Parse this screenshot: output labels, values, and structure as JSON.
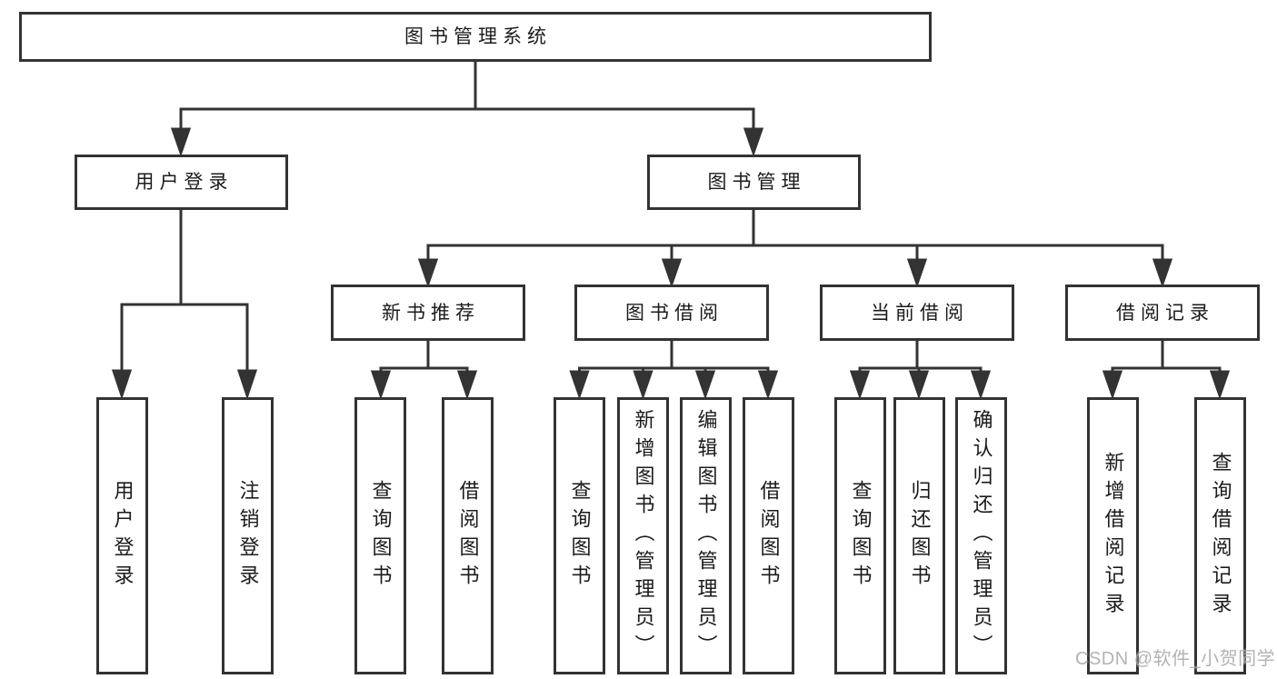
{
  "colors": {
    "line": "#333333",
    "box_border": "#333333",
    "box_fill": "#ffffff",
    "text": "#1b1b1b",
    "background": "#ffffff",
    "watermark": "#a6a6a6"
  },
  "watermark": {
    "text": "CSDN @软件_小贺同学"
  },
  "diagram": {
    "root": {
      "label": "图书管理系统"
    },
    "branches": [
      {
        "label": "用户登录",
        "children": [
          {
            "label": "用户登录"
          },
          {
            "label": "注销登录"
          }
        ]
      },
      {
        "label": "图书管理",
        "children": [
          {
            "label": "新书推荐",
            "children": [
              {
                "label": "查询图书"
              },
              {
                "label": "借阅图书"
              }
            ]
          },
          {
            "label": "图书借阅",
            "children": [
              {
                "label": "查询图书"
              },
              {
                "label": "新增图书（管理员）"
              },
              {
                "label": "编辑图书（管理员）"
              },
              {
                "label": "借阅图书"
              }
            ]
          },
          {
            "label": "当前借阅",
            "children": [
              {
                "label": "查询图书"
              },
              {
                "label": "归还图书"
              },
              {
                "label": "确认归还（管理员）"
              }
            ]
          },
          {
            "label": "借阅记录",
            "children": [
              {
                "label": "新增借阅记录"
              },
              {
                "label": "查询借阅记录"
              }
            ]
          }
        ]
      }
    ]
  }
}
